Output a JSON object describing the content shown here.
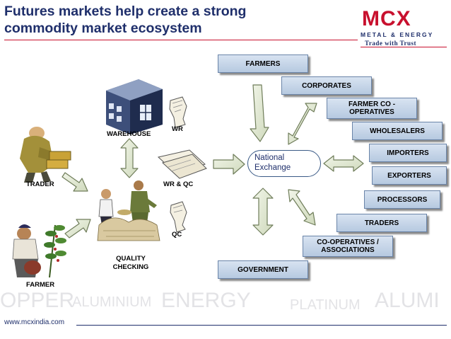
{
  "header": {
    "title": "Futures markets help create a strong commodity market ecosystem"
  },
  "logo": {
    "mark": "MCX",
    "subtitle": "METAL & ENERGY",
    "tagline": "Trade with Trust"
  },
  "center": {
    "line1": "National",
    "line2": "Exchange"
  },
  "participants": [
    "FARMERS",
    "CORPORATES",
    "FARMER CO - OPERATIVES",
    "WHOLESALERS",
    "IMPORTERS",
    "EXPORTERS",
    "PROCESSORS",
    "TRADERS",
    "CO-OPERATIVES / ASSOCIATIONS",
    "GOVERNMENT"
  ],
  "left_labels": {
    "warehouse": "WAREHOUSE",
    "wr": "WR",
    "trader": "TRADER",
    "wr_qc": "WR & QC",
    "quality_checking": "QUALITY CHECKING",
    "qc": "QC",
    "farmer": "FARMER"
  },
  "background_words": [
    "OPPER",
    "ALUMINIUM",
    "ENERGY",
    "PLATINUM",
    "ALUMI"
  ],
  "footer": {
    "url": "www.mcxindia.com"
  },
  "colors": {
    "title": "#1f2f6b",
    "logo_red": "#c8102e",
    "box_fill": "#c6d5e8",
    "box_border": "#6a84a8",
    "arrow_fill": "#e4ecd6",
    "arrow_stroke": "#6f7d5a"
  }
}
